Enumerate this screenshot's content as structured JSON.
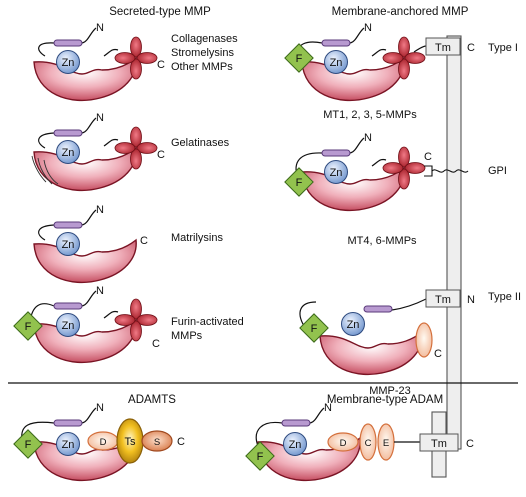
{
  "headings": {
    "secreted": "Secreted-type MMP",
    "membrane": "Membrane-anchored MMP",
    "adamts": "ADAMTS",
    "madam": "Membrane-type ADAM"
  },
  "labels": {
    "collagenases": "Collagenases",
    "stromelysins": "Stromelysins",
    "other_mmps": "Other MMPs",
    "gelatinases": "Gelatinases",
    "matrilysins": "Matrilysins",
    "furin_activated_1": "Furin-activated",
    "furin_activated_2": "MMPs",
    "type1": "Type I",
    "gpi": "GPI",
    "type2": "Type II",
    "mt1235": "MT1, 2, 3, 5-MMPs",
    "mt46": "MT4, 6-MMPs",
    "mmp23": "MMP-23"
  },
  "domains": {
    "zn": "Zn",
    "f": "F",
    "tm": "Tm",
    "n": "N",
    "c": "C",
    "d": "D",
    "ts": "Ts",
    "s": "S",
    "e": "E"
  },
  "colors": {
    "catalytic": "#b83046",
    "zinc": "#8fb2e0",
    "furin": "#92c24e",
    "propeptide": "#b89ad0",
    "hemopexin": "#c8202e",
    "membrane": "#eeeeee",
    "domain_pink": "#f4c8b0",
    "thrombospondin": "#f2c020",
    "spacer": "#e8905a"
  }
}
